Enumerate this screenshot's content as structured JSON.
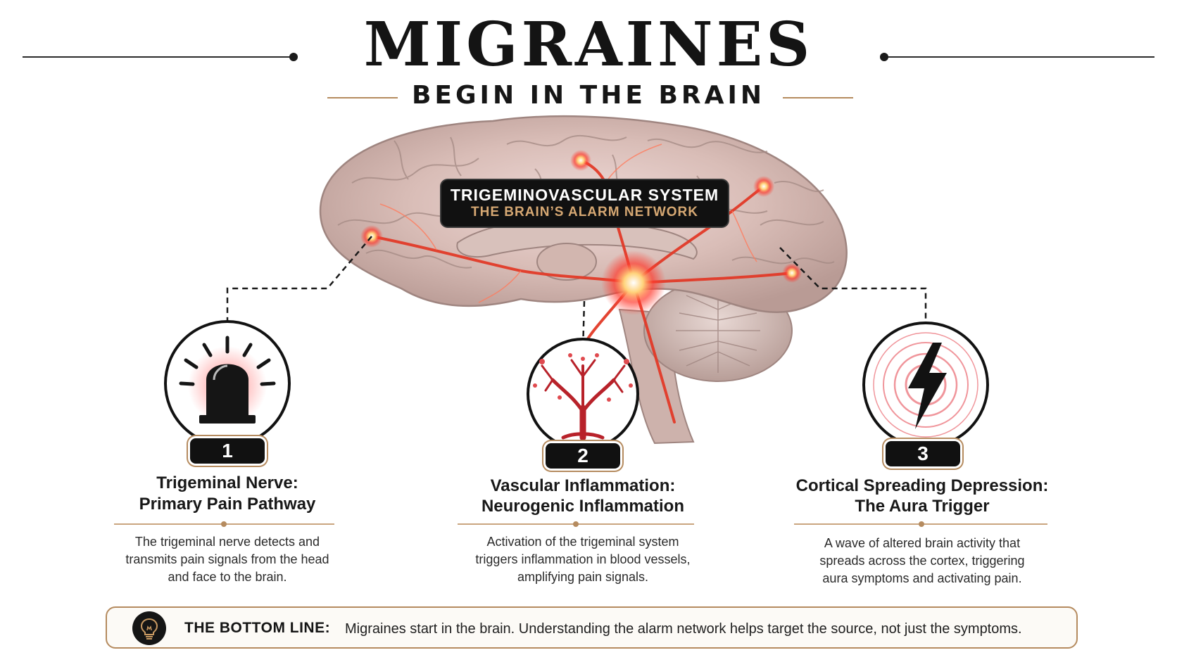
{
  "header": {
    "title": "MIGRAINES",
    "subtitle": "BEGIN IN THE BRAIN"
  },
  "callout": {
    "title": "TRIGEMINOVASCULAR SYSTEM",
    "subtitle": "THE BRAIN’S ALARM NETWORK"
  },
  "steps": [
    {
      "number": "1",
      "icon": "alarm-siren-icon",
      "title_line1": "Trigeminal Nerve:",
      "title_line2": "Primary Pain Pathway",
      "desc_line1": "The trigeminal nerve detects and",
      "desc_line2": "transmits pain signals from the head",
      "desc_line3": "and face to the brain."
    },
    {
      "number": "2",
      "icon": "blood-vessel-tree-icon",
      "title_line1": "Vascular Inflammation:",
      "title_line2": "Neurogenic Inflammation",
      "desc_line1": "Activation of the trigeminal system",
      "desc_line2": "triggers inflammation in blood vessels,",
      "desc_line3": "amplifying pain signals."
    },
    {
      "number": "3",
      "icon": "lightning-bolt-icon",
      "title_line1": "Cortical Spreading Depression:",
      "title_line2": "The Aura Trigger",
      "desc_line1": "A wave of altered brain activity that",
      "desc_line2": "spreads across the cortex, triggering",
      "desc_line3": "aura symptoms and activating pain."
    }
  ],
  "bottom": {
    "icon": "lightbulb-icon",
    "label": "THE BOTTOM LINE:",
    "text": "Migraines start in the brain. Understanding the alarm network helps target the source, not just the symptoms."
  },
  "colors": {
    "accent_gold": "#b58b5f",
    "alarm_red": "#d9262b",
    "dark": "#111111"
  }
}
